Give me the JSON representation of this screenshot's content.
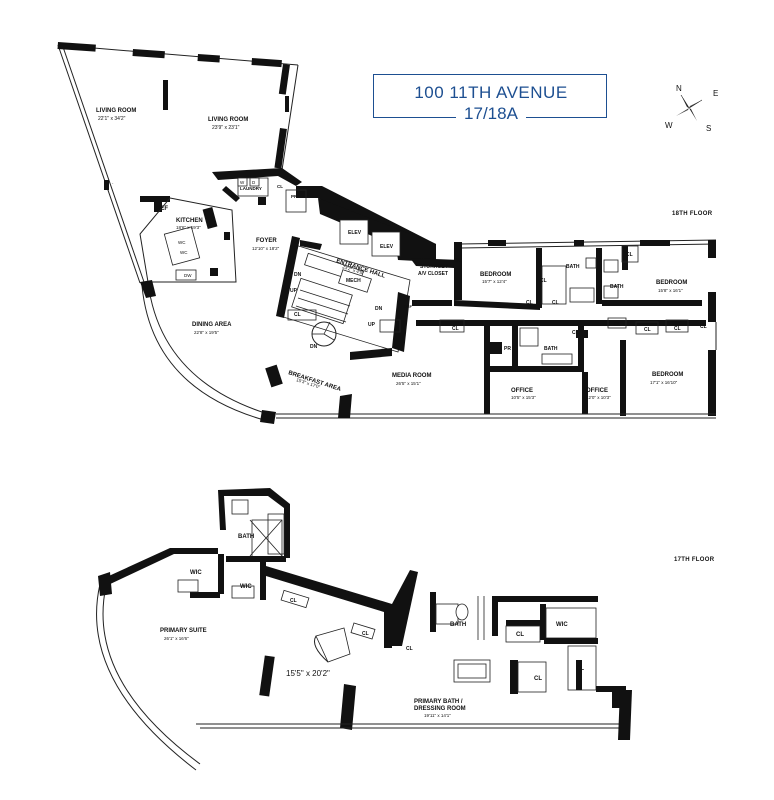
{
  "title": {
    "line1": "100 11TH AVENUE",
    "line2": "17/18A"
  },
  "compass": {
    "n": "N",
    "e": "E",
    "s": "S",
    "w": "W"
  },
  "floors": {
    "upper": "18TH FLOOR",
    "lower": "17TH FLOOR"
  },
  "rooms_18": {
    "living1": {
      "name": "LIVING ROOM",
      "dims": "22'1\" x 34'2\""
    },
    "living2": {
      "name": "LIVING ROOM",
      "dims": "23'9\" x 23'1\""
    },
    "laundry": "LAUNDRY",
    "w": "W",
    "d": "D",
    "cl": "CL",
    "pr": "PR",
    "ref": "REF",
    "kitchen": {
      "name": "KITCHEN",
      "dims": "18'6\" x 19'3\""
    },
    "wc": "WC",
    "dw": "DW",
    "foyer": {
      "name": "FOYER",
      "dims": "12'10\" x 18'2\""
    },
    "elev": "ELEV",
    "entrance_hall": {
      "name": "ENTRANCE HALL",
      "dims": "23'2\" x 4'5\""
    },
    "mech": "MECH",
    "up": "UP",
    "dn": "DN",
    "storage": {
      "line1": "STORAGE /",
      "line2": "A/V CLOSET"
    },
    "bedroom1": {
      "name": "BEDROOM",
      "dims": "15'7\" x 12'4\""
    },
    "bath": "BATH",
    "bedroom2": {
      "name": "BEDROOM",
      "dims": "15'8\" x 16'1\""
    },
    "dining": {
      "name": "DINING AREA",
      "dims": "22'8\" x 19'5\""
    },
    "breakfast": {
      "name": "BREAKFAST AREA",
      "dims": "15'3\" x 17'0\""
    },
    "media": {
      "name": "MEDIA ROOM",
      "dims": "26'5\" x 15'1\""
    },
    "office1": {
      "name": "OFFICE",
      "dims": "10'5\" x 15'3\""
    },
    "office2": {
      "name": "OFFICE",
      "dims": "12'0\" x 10'3\""
    },
    "bedroom3": {
      "name": "BEDROOM",
      "dims": "17'1\" x 16'10\""
    }
  },
  "rooms_17": {
    "bath": "BATH",
    "wic": "WIC",
    "primary_suite": {
      "name": "PRIMARY SUITE",
      "dims": "26'1\" x 16'6\""
    },
    "center_dims": "15'5\" x 20'2\"",
    "cl": "CL",
    "primary_bath": {
      "line1": "PRIMARY BATH /",
      "line2": "DRESSING ROOM",
      "dims": "19'11\" x 14'1\""
    }
  }
}
